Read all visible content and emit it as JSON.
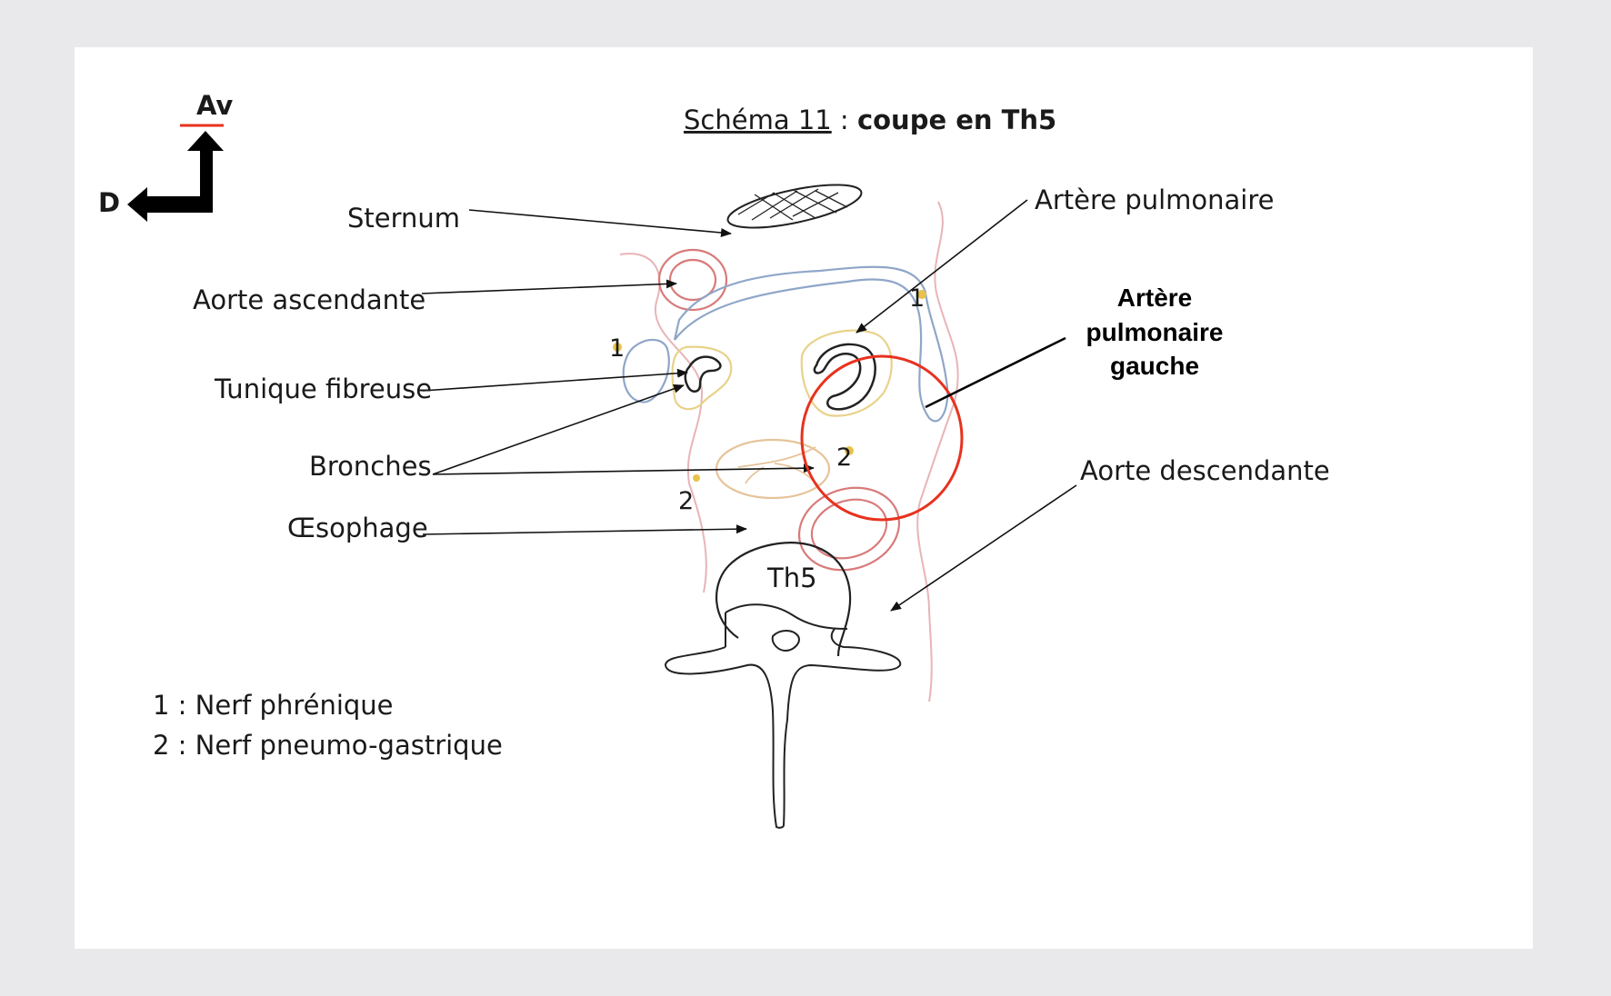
{
  "title": {
    "part1": "Schéma 11",
    "sep": " : ",
    "part2": "coupe en Th5"
  },
  "orientation": {
    "anterior": "Av",
    "right": "D"
  },
  "labels": {
    "sternum": "Sternum",
    "aorte_ascendante": "Aorte ascendante",
    "tunique_fibreuse": "Tunique fibreuse",
    "bronches": "Bronches",
    "oesophage": "Œsophage",
    "artere_pulmonaire": "Artère pulmonaire",
    "aorte_descendante": "Aorte descendante",
    "vertebra": "Th5"
  },
  "callout": {
    "line1": "Artère",
    "line2": "pulmonaire",
    "line3": "gauche"
  },
  "nerve_markers": {
    "phrenique": "1",
    "pneumogastrique": "2"
  },
  "legend": [
    "1 : Nerf phrénique",
    "2 : Nerf pneumo-gastrique"
  ],
  "colors": {
    "pleura": "#e8b4b8",
    "artery_red": "#d97a7a",
    "pulmonary_blue": "#8fa6c8",
    "bronchus_yellow": "#e8d28a",
    "oesophagus_tan": "#e6c49a",
    "highlight": "#e8321e",
    "ink": "#1a1a1a"
  }
}
